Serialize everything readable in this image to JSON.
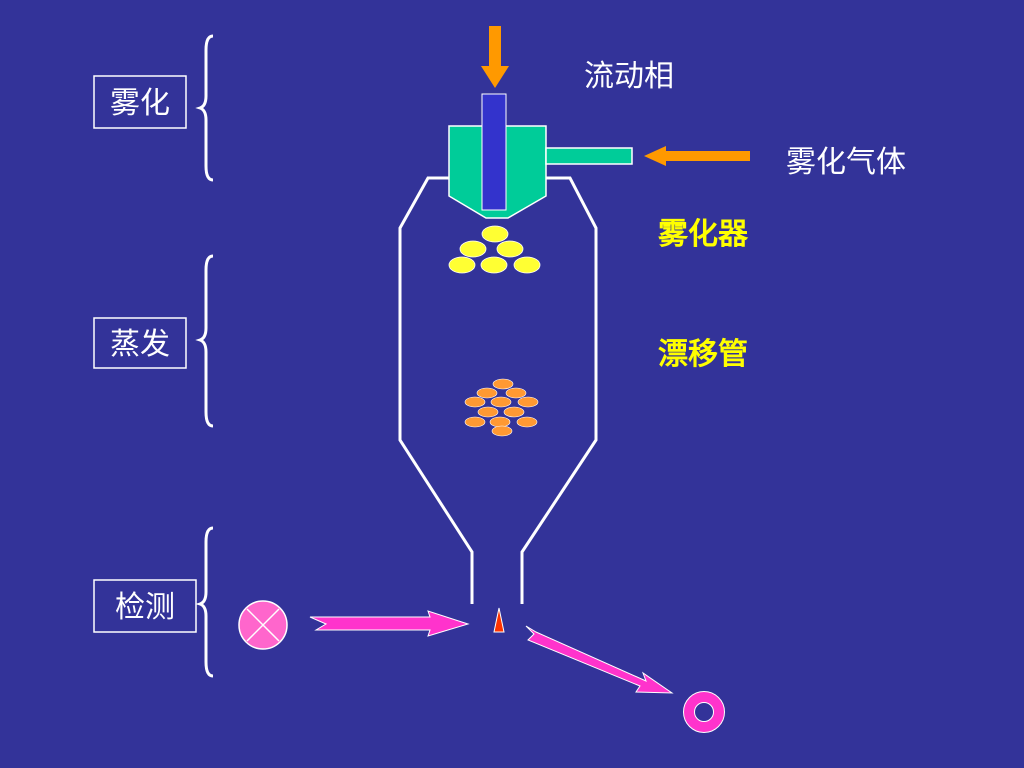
{
  "labels": {
    "mobile_phase": "流动相",
    "nebulizing_gas": "雾化气体",
    "nebulizer": "雾化器",
    "drift_tube": "漂移管"
  },
  "stages": [
    {
      "label": "雾化"
    },
    {
      "label": "蒸发"
    },
    {
      "label": "检测"
    }
  ],
  "colors": {
    "background": "#333399",
    "nozzle": "#00cc99",
    "capillary": "#3333cc",
    "arrow_orange": "#ff9900",
    "droplet_large": "#ffff33",
    "droplet_small": "#ff9933",
    "laser_arrow": "#ff33cc",
    "text_white": "#ffffff",
    "text_yellow": "#ffff00",
    "particle": "#ff3300"
  },
  "icons": {
    "light_source": "light-source-icon",
    "detector": "detector-ring-icon"
  }
}
